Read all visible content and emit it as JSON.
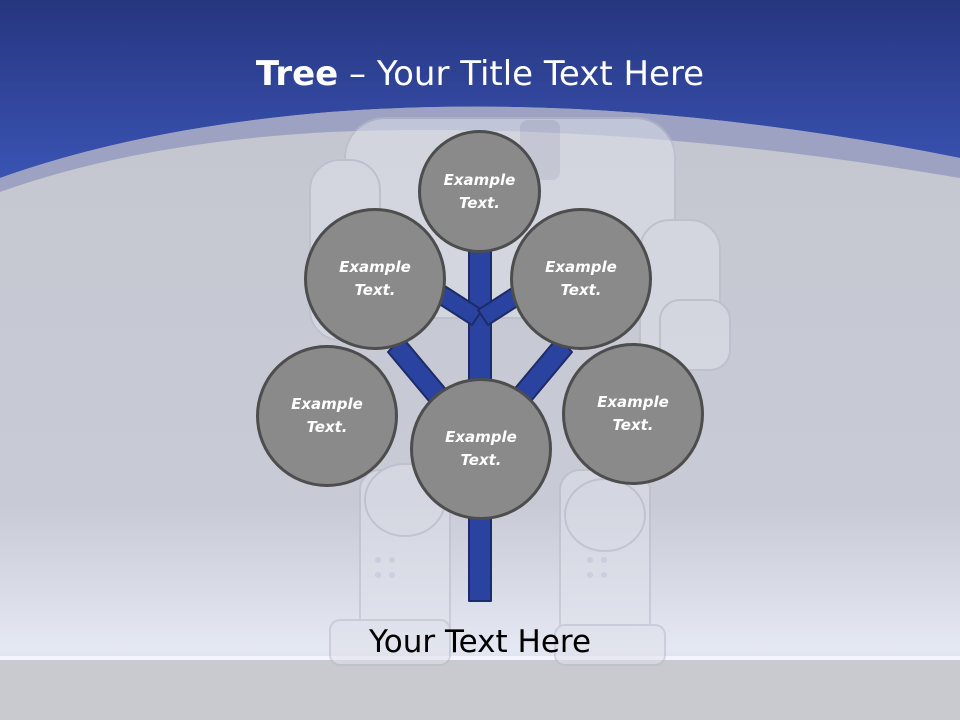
{
  "slide": {
    "title_bold": "Tree",
    "title_rest": " – Your Title Text Here",
    "footer_text": "Your Text Here",
    "nodes": [
      {
        "line1": "Example",
        "line2": "Text."
      },
      {
        "line1": "Example",
        "line2": "Text."
      },
      {
        "line1": "Example",
        "line2": "Text."
      },
      {
        "line1": "Example",
        "line2": "Text."
      },
      {
        "line1": "Example",
        "line2": "Text."
      },
      {
        "line1": "Example",
        "line2": "Text."
      }
    ]
  },
  "colors": {
    "header_blue": "#2f4aa6",
    "branch_blue": "#2b43a0",
    "branch_outline": "#1d2c66",
    "node_fill": "#8a8a8a",
    "node_border": "#4d4d4d",
    "background_gray": "#c9cad0"
  },
  "background": {
    "illustration": "robot-silhouette"
  }
}
